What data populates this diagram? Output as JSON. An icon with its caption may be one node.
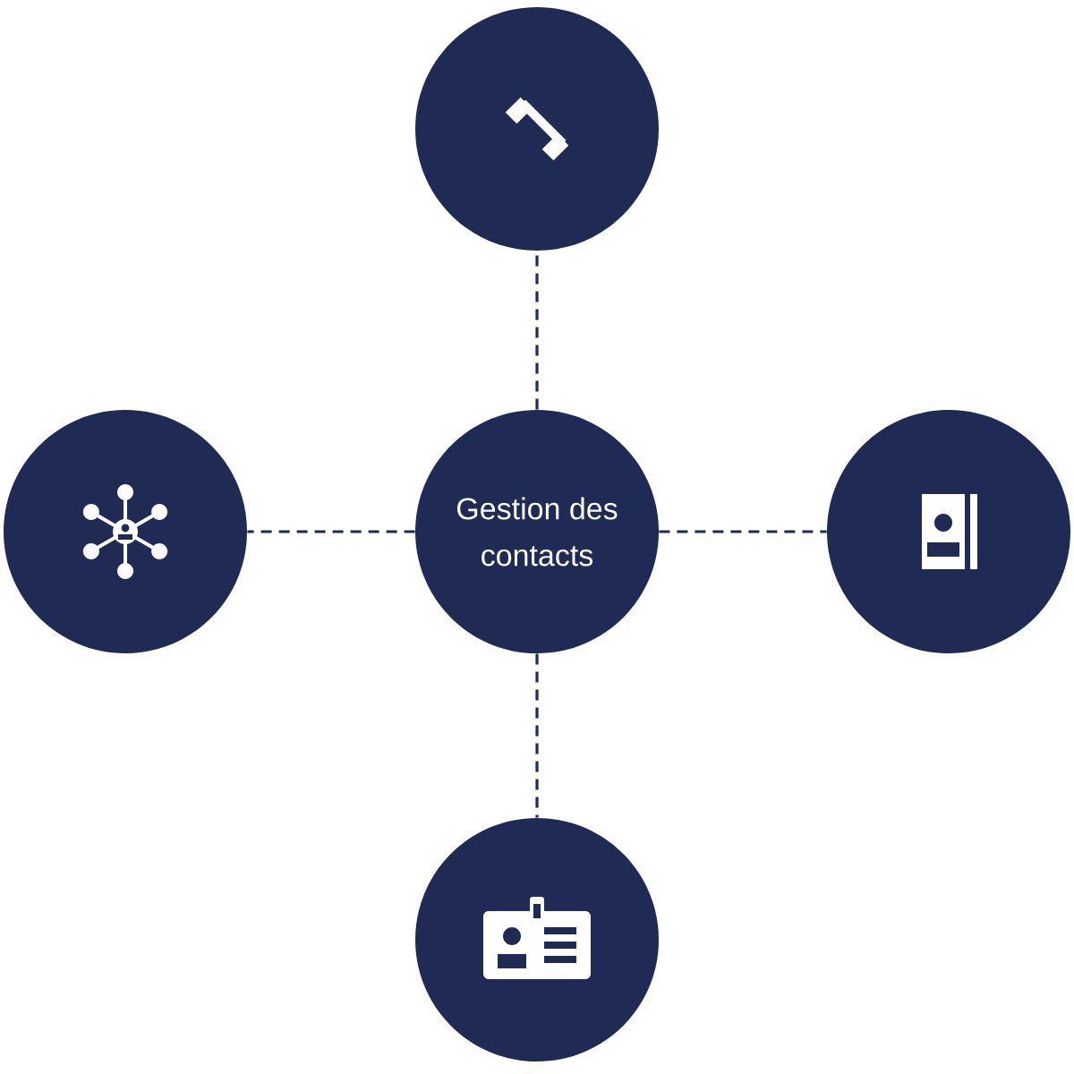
{
  "diagram": {
    "nodes": [
      {
        "text": [
          "Gestion des contacts"
        ]
      },
      {
        "text": [],
        "shape": "circle"
      },
      {
        "text": [],
        "shape": "circle"
      },
      {
        "text": [],
        "shape": "circle"
      },
      {
        "text": [],
        "shape": "circle"
      }
    ],
    "edges": [
      {
        "from": 0,
        "to": 1,
        "arrow": "none",
        "style": "dashed"
      },
      {
        "from": 0,
        "to": 2,
        "arrow": "none",
        "style": "dashed"
      },
      {
        "from": 0,
        "to": 3,
        "arrow": "none",
        "style": "dashed"
      },
      {
        "from": 0,
        "to": 4,
        "arrow": "none",
        "style": "dashed"
      }
    ]
  }
}
